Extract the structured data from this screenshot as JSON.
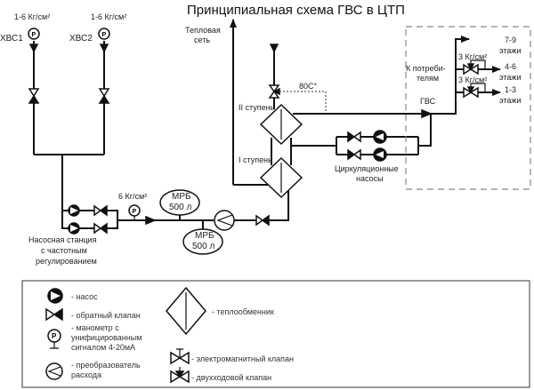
{
  "title": "Принципиальная схема ГВС в ЦТП",
  "labels": {
    "hvs1": "ХВС1",
    "hvs2": "ХВС2",
    "pressure_hvs1": "1-6 Кг/см²",
    "pressure_hvs2": "1-6 Кг/см²",
    "pressure_pump": "6 Кг/см²",
    "heat_network_line1": "Тепловая",
    "heat_network_line2": "сеть",
    "temp_setpoint": "80С°",
    "stage2": "II ступень",
    "stage1": "I ступень",
    "mrb_top_line1": "МРБ",
    "mrb_top_line2": "500 л",
    "mrb_bottom_line1": "МРБ",
    "mrb_bottom_line2": "500 л",
    "pump_station_line1": "Насосная станция",
    "pump_station_line2": "с частотным",
    "pump_station_line3": "регулированием",
    "circ_pumps_line1": "Циркуляционные",
    "circ_pumps_line2": "насосы",
    "consumers_line1": "К потреби-",
    "consumers_line2": "телям",
    "gvs": "ГВС",
    "pressure_reg1": "3 Кг/см²",
    "pressure_reg2": "3 Кг/см²",
    "floors_79_line1": "7-9",
    "floors_79_line2": "этажи",
    "floors_46_line1": "4-6",
    "floors_46_line2": "этажи",
    "floors_13_line1": "1-3",
    "floors_13_line2": "этажи"
  },
  "legend": {
    "pump": "- насос",
    "check_valve": "- обратный клапан",
    "manometer_line1": "- манометр с",
    "manometer_line2": "унифицированным",
    "manometer_line3": "сигналом 4-20мА",
    "flow_converter_line1": "- преобразователь",
    "flow_converter_line2": "расхода",
    "heat_exchanger": "- теплообменник",
    "solenoid_valve": "- электромагнитный клапан",
    "two_way_valve": "- двухходовой клапан"
  },
  "icons": {
    "pump": "pump-icon",
    "check_valve": "check-valve-icon",
    "manometer": "manometer-icon",
    "flow_converter": "flow-converter-icon",
    "heat_exchanger": "heat-exchanger-icon",
    "solenoid_valve": "solenoid-valve-icon",
    "two_way_valve": "two-way-valve-icon"
  }
}
